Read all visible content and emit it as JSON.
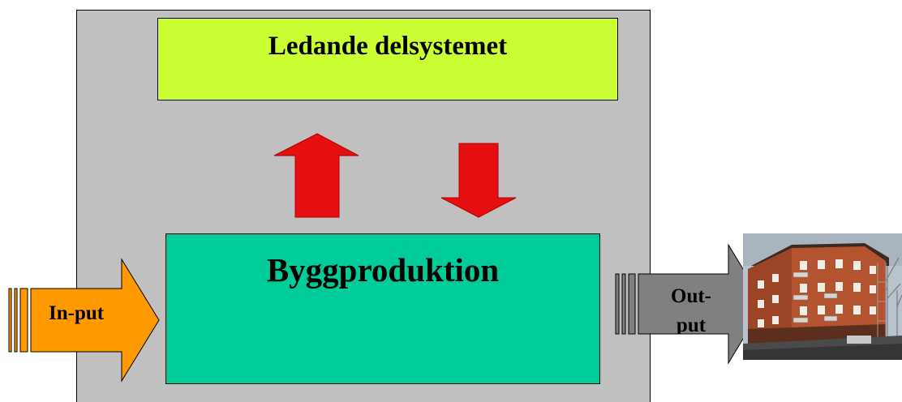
{
  "diagram": {
    "control_subsystem": {
      "label": "Ledande delsystemet"
    },
    "production": {
      "label": "Byggproduktion"
    },
    "input_arrow": {
      "label": "In-put"
    },
    "output_arrow": {
      "label": "Out-put"
    },
    "up_arrow": {},
    "down_arrow": {}
  },
  "colors": {
    "system_background": "#c0c0c0",
    "control_box": "#ccff33",
    "production_box": "#00cc99",
    "feedback_arrows": "#e60f0f",
    "input_arrow": "#ff9900",
    "output_arrow": "#808080"
  }
}
